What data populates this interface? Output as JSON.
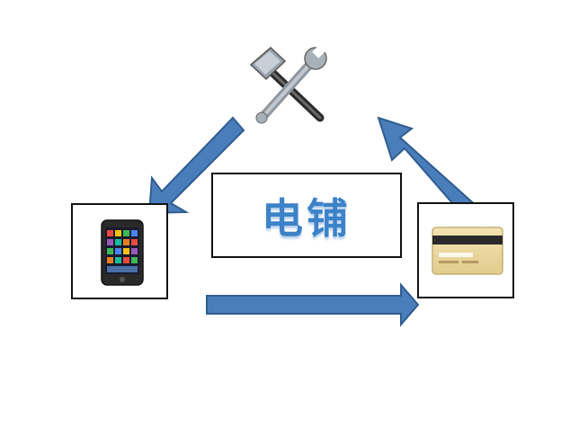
{
  "diagram": {
    "center_label": "电铺",
    "nodes": [
      {
        "id": "tools",
        "icon": "hammer-wrench-icon"
      },
      {
        "id": "phone",
        "icon": "smartphone-icon"
      },
      {
        "id": "card",
        "icon": "credit-card-icon"
      }
    ],
    "edges": [
      {
        "from": "tools",
        "to": "phone"
      },
      {
        "from": "phone",
        "to": "card"
      },
      {
        "from": "card",
        "to": "tools"
      }
    ],
    "colors": {
      "arrow_fill": "#4a7ebb",
      "arrow_stroke": "#2f5d8f",
      "label": "#3c82c8"
    }
  }
}
